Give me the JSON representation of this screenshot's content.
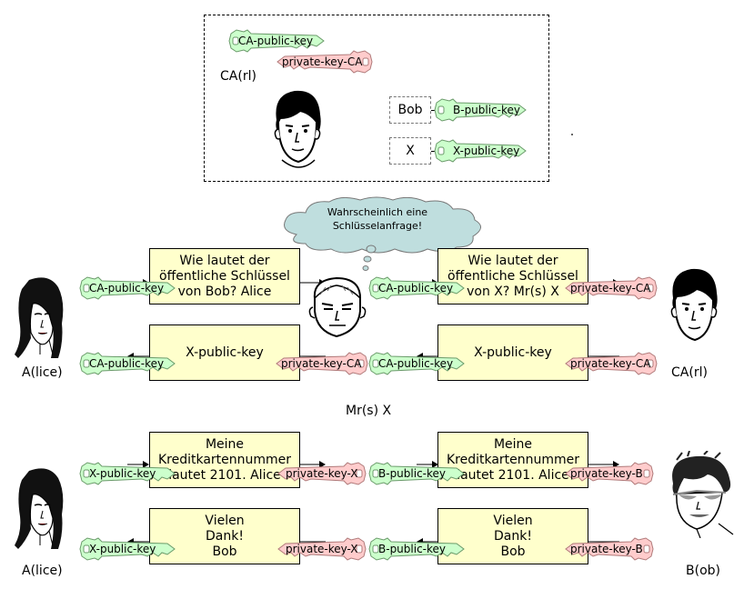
{
  "colors": {
    "public_key": "#ccffcc",
    "private_key": "#ffcccc",
    "message_box": "#ffffcc",
    "cloud": "#bfdede"
  },
  "ca_directory": {
    "ca_label": "CA(rl)",
    "ca_public_key": "CA-public-key",
    "ca_private_key": "private-key-CA",
    "entries": [
      {
        "name": "Bob",
        "key": "B-public-key"
      },
      {
        "name": "X",
        "key": "X-public-key"
      }
    ]
  },
  "thought_cloud": {
    "text": "Wahrscheinlich eine\nSchlüsselanfrage!"
  },
  "labels": {
    "alice_top": "A(lice)",
    "ca_right": "CA(rl)",
    "mrx": "Mr(s) X",
    "alice_bottom": "A(lice)",
    "bob": "B(ob)"
  },
  "messages": {
    "request_alice": "Wie lautet der\nöffentliche Schlüssel\nvon Bob? Alice",
    "request_x": "Wie lautet der\nöffentliche Schlüssel\nvon X? Mr(s) X",
    "reply_left": "X-public-key",
    "reply_right": "X-public-key",
    "card_left": "Meine\nKreditkartennummer\nlautet 2101. Alice",
    "card_right": "Meine\nKreditkartennummer\nlautet 2101. Alice",
    "thanks_left": "Vielen\nDank!\nBob",
    "thanks_right": "Vielen\nDank!\nBob"
  },
  "keys": {
    "r1_a": "CA-public-key",
    "r1_b": "CA-public-key",
    "r1_c": "private-key-CA",
    "r2_a": "CA-public-key",
    "r2_b": "private-key-CA",
    "r2_c": "CA-public-key",
    "r2_d": "private-key-CA",
    "r3_a": "X-public-key",
    "r3_b": "private-key-X",
    "r3_c": "B-public-key",
    "r3_d": "private-key-B",
    "r4_a": "X-public-key",
    "r4_b": "private-key-X",
    "r4_c": "B-public-key",
    "r4_d": "private-key-B"
  }
}
